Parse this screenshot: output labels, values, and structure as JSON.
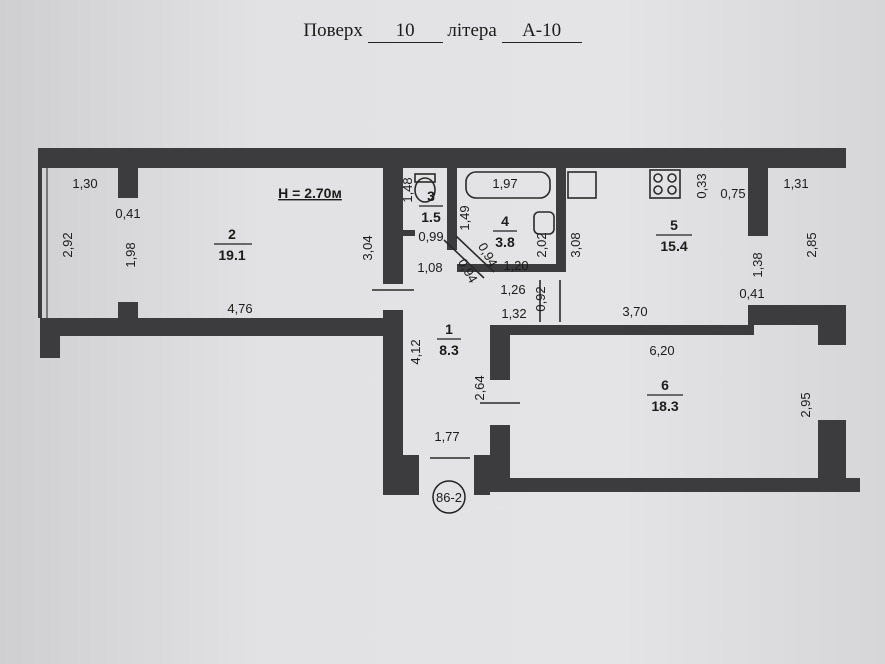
{
  "header": {
    "floor_label": "Поверх",
    "floor_value": "10",
    "letter_label": "літера",
    "letter_value": "А-10"
  },
  "ceiling_height": "H = 2.70м",
  "rooms": [
    {
      "number": "1",
      "area": "8.3"
    },
    {
      "number": "2",
      "area": "19.1"
    },
    {
      "number": "3",
      "area": "1.5"
    },
    {
      "number": "4",
      "area": "3.8"
    },
    {
      "number": "5",
      "area": "15.4"
    },
    {
      "number": "6",
      "area": "18.3"
    }
  ],
  "dimensions": [
    "1,30",
    "0,41",
    "2,92",
    "1,98",
    "4,76",
    "3,04",
    "1,48",
    "0,99",
    "1,08",
    "1,49",
    "0,94",
    "0,94",
    "1,97",
    "2,02",
    "1,20",
    "1,26",
    "0,92",
    "1,32",
    "3,08",
    "0,33",
    "0,75",
    "1,31",
    "2,85",
    "1,38",
    "0,41",
    "3,70",
    "6,20",
    "2,95",
    "4,12",
    "2,64",
    "1,77"
  ],
  "entrance_tag": "86-2",
  "colors": {
    "wall": "#3c3c3e",
    "paper": "#e2e2e4",
    "ink": "#1b1b1b"
  }
}
